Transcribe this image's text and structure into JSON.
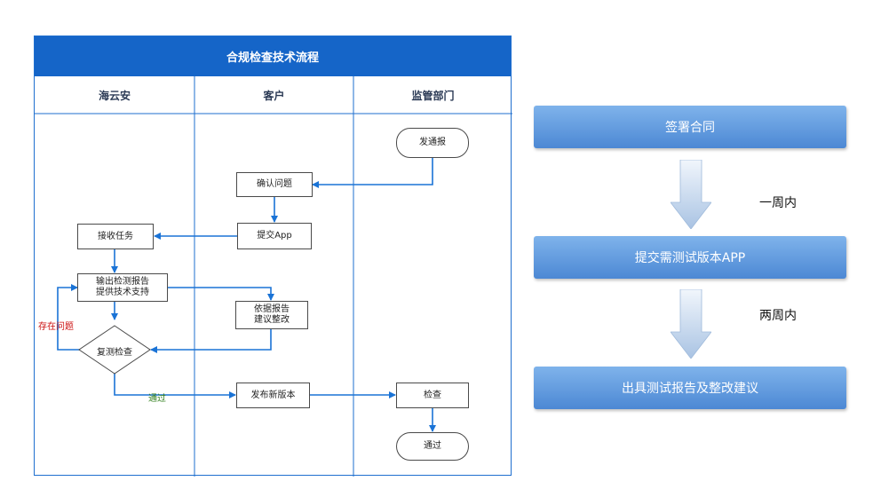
{
  "swimlane": {
    "title": "合规检查技术流程",
    "lanes": [
      "海云安",
      "客户",
      "监管部门"
    ]
  },
  "flow": {
    "report": "发通报",
    "confirm": "确认问题",
    "submit_app": "提交App",
    "receive_task": "接收任务",
    "output_report_l1": "输出检测报告",
    "output_report_l2": "提供技术支持",
    "rectify_l1": "依据报告",
    "rectify_l2": "建议整改",
    "recheck": "复测检查",
    "release": "发布新版本",
    "inspect": "检查",
    "pass": "通过",
    "issue_label": "存在问题",
    "pass_label": "通过"
  },
  "steps": {
    "sign": "签署合同",
    "submit": "提交需测试版本APP",
    "report": "出具测试报告及整改建议",
    "d1": "一周内",
    "d2": "两周内"
  },
  "colors": {
    "header": "#1565c8",
    "line": "#1a73d6",
    "issue": "#cc1111",
    "pass": "#2e7d1a"
  }
}
